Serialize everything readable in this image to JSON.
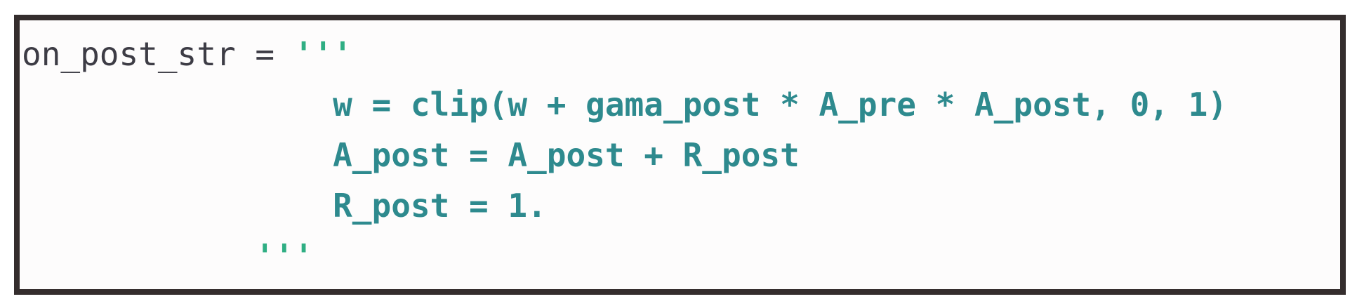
{
  "figure": {
    "kind": "python-code-snippet",
    "language_hint": "python"
  },
  "colors": {
    "frame_border": "#342d2d",
    "background": "#fdfcfc",
    "plain_text": "#3d3c45",
    "triple_quote_green": "#2fae83",
    "string_teal": "#2e8a8e"
  },
  "code": {
    "line1_lhs": "on_post_str = ",
    "line1_open_quotes": "'''",
    "string_lines": [
      "                w = clip(w + gama_post * A_pre * A_post, 0, 1)",
      "                A_post = A_post + R_post",
      "                R_post = 1."
    ],
    "closing_line": "            '''"
  }
}
